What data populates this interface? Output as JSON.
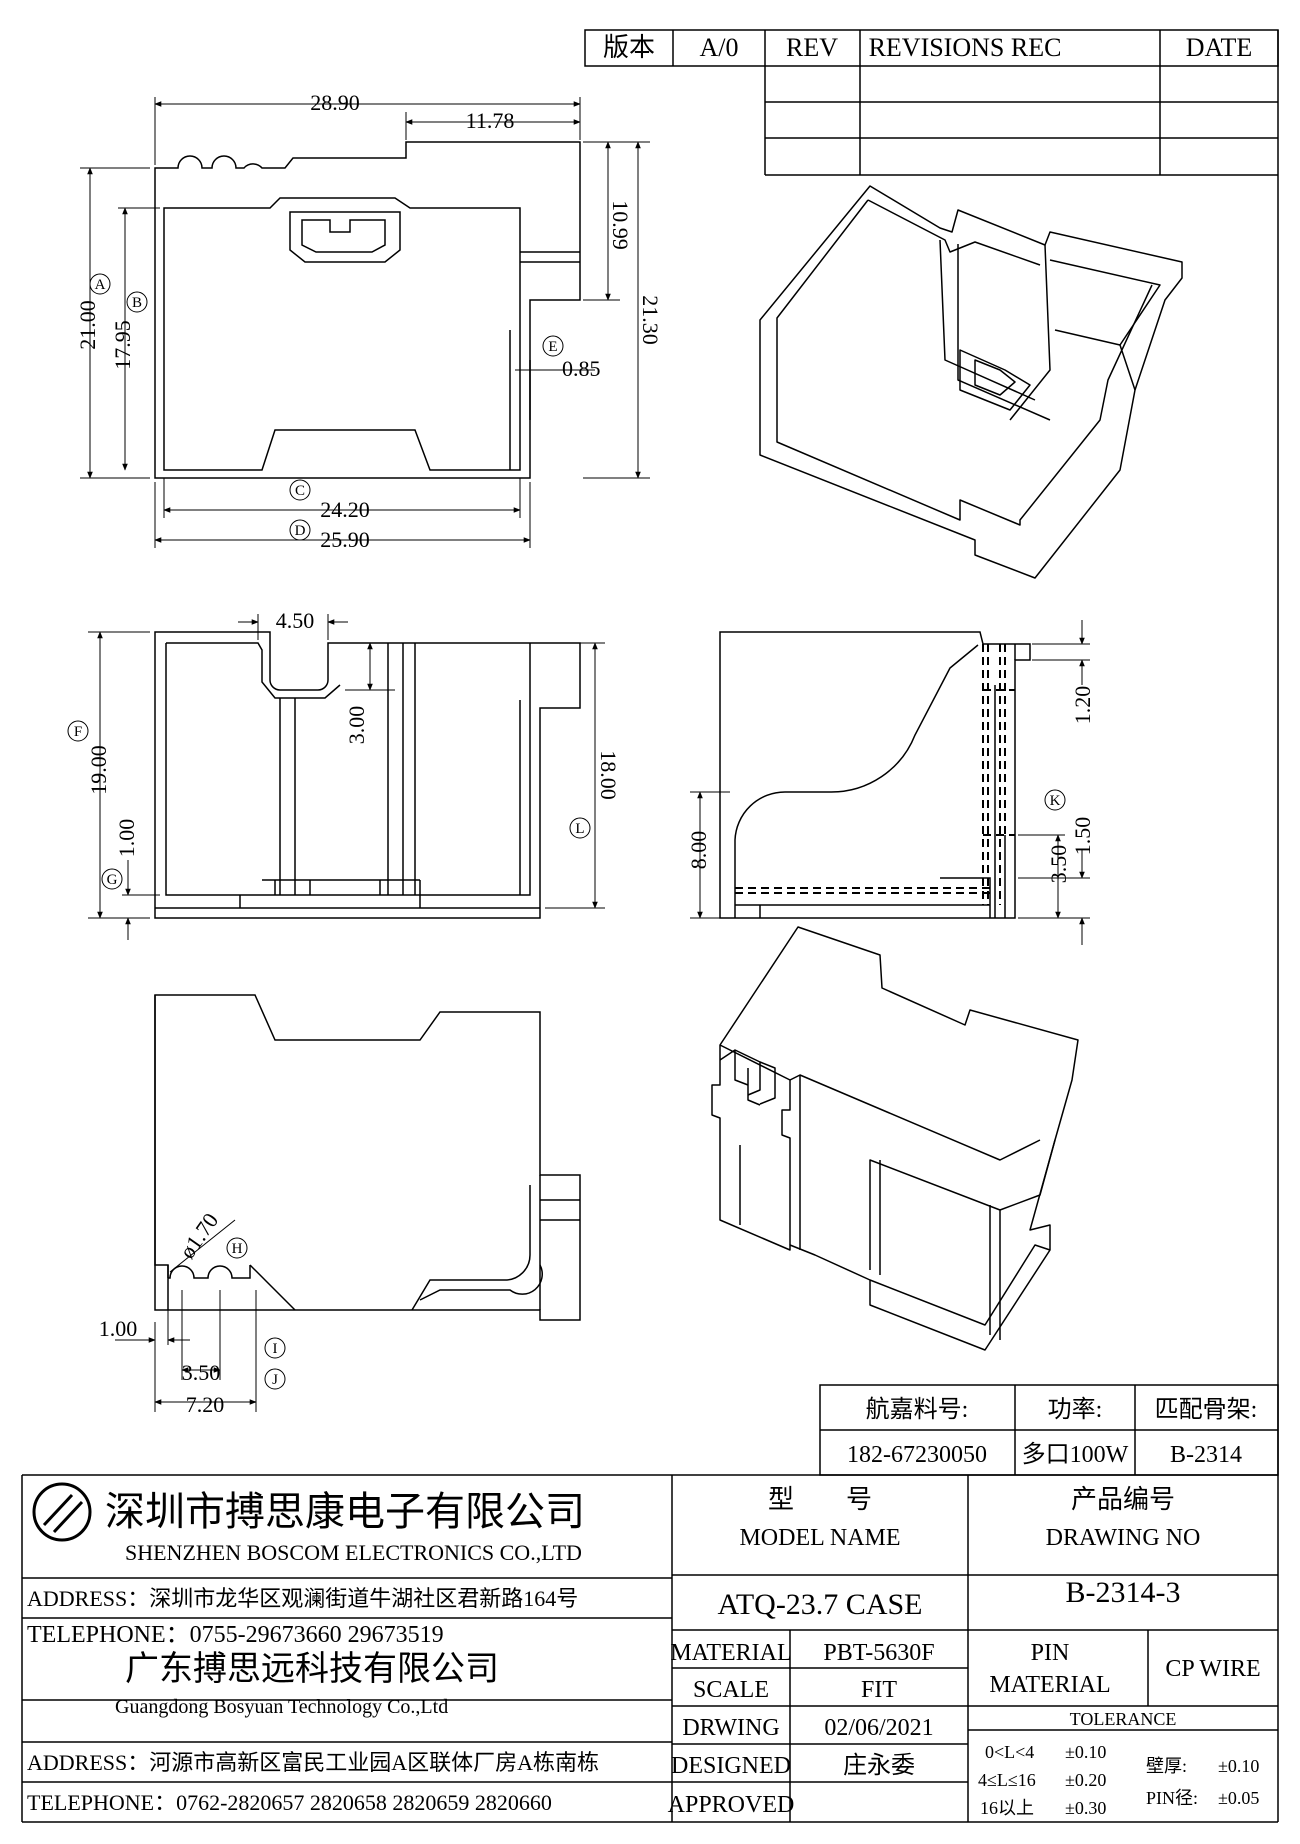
{
  "revision_block": {
    "cells": [
      "版本",
      "A/0",
      "REV",
      "REVISIONS REC",
      "DATE"
    ]
  },
  "dims": {
    "top": {
      "w_total": "28.90",
      "w_step": "11.78",
      "h_a": "21.00",
      "h_b": "17.95",
      "h_step": "10.99",
      "h_total": "21.30",
      "e_val": "0.85",
      "c_val": "24.20",
      "d_val": "25.90"
    },
    "front": {
      "slot_w": "4.50",
      "slot_d": "3.00",
      "h_f": "19.00",
      "h_g": "1.00",
      "h_l": "18.00"
    },
    "side": {
      "top_h": "1.20",
      "k_h": "1.50",
      "k_w": "3.50",
      "low_h": "8.00"
    },
    "bottom": {
      "hole_d": "ø1.70",
      "off": "1.00",
      "pitch_i": "3.50",
      "pitch_j": "7.20"
    }
  },
  "labels": {
    "A": "A",
    "B": "B",
    "C": "C",
    "D": "D",
    "E": "E",
    "F": "F",
    "G": "G",
    "H": "H",
    "I": "I",
    "J": "J",
    "K": "K",
    "L": "L"
  },
  "info_block": {
    "h_part": "航嘉料号:",
    "h_power": "功率:",
    "h_bobbin": "匹配骨架:",
    "part": "182-67230050",
    "power": "多口100W",
    "bobbin": "B-2314"
  },
  "company": {
    "name_cn": "深圳市搏思康电子有限公司",
    "name_en": "SHENZHEN BOSCOM ELECTRONICS CO.,LTD",
    "address1": "ADDRESS：深圳市龙华区观澜街道牛湖社区君新路164号",
    "telephone1": "TELEPHONE：0755-29673660 29673519",
    "name2_cn": "广东搏思远科技有限公司",
    "name2_en": "Guangdong Bosyuan Technology Co.,Ltd",
    "address2": "ADDRESS：河源市高新区富民工业园A区联体厂房A栋南栋",
    "telephone2": "TELEPHONE：0762-2820657 2820658 2820659 2820660"
  },
  "title_block": {
    "model_cn": "型　　号",
    "model_en": "MODEL NAME",
    "drawing_cn": "产品编号",
    "drawing_en": "DRAWING NO",
    "model": "ATQ-23.7 CASE",
    "drawing_no": "B-2314-3",
    "material_label": "MATERIAL",
    "material": "PBT-5630F",
    "scale_label": "SCALE",
    "scale": "FIT",
    "drwing_label": "DRWING",
    "date": "02/06/2021",
    "designed_label": "DESIGNED",
    "designer": "庄永委",
    "approved_label": "APPROVED",
    "approver": "",
    "pin_label_1": "PIN",
    "pin_label_2": "MATERIAL",
    "pin_material": "CP WIRE",
    "tolerance_label": "TOLERANCE",
    "tol_rows": [
      {
        "range": "0<L<4",
        "tol": "±0.10"
      },
      {
        "range": "4≤L≤16",
        "tol": "±0.20"
      },
      {
        "range": "16以上",
        "tol": "±0.30"
      }
    ],
    "wall_label": "壁厚:",
    "wall_tol": "±0.10",
    "pin_dia_label": "PIN径:",
    "pin_dia_tol": "±0.05"
  }
}
